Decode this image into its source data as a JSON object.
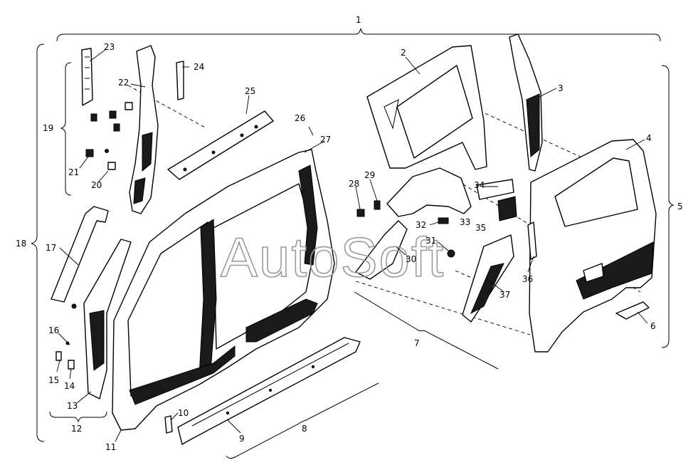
{
  "watermark": "AutoSoft",
  "callouts": [
    "1",
    "2",
    "3",
    "4",
    "5",
    "6",
    "7",
    "8",
    "9",
    "10",
    "11",
    "12",
    "13",
    "14",
    "15",
    "16",
    "17",
    "18",
    "19",
    "20",
    "21",
    "22",
    "23",
    "24",
    "25",
    "26",
    "27",
    "28",
    "29",
    "30",
    "31",
    "32",
    "33",
    "34",
    "35",
    "36",
    "37"
  ]
}
